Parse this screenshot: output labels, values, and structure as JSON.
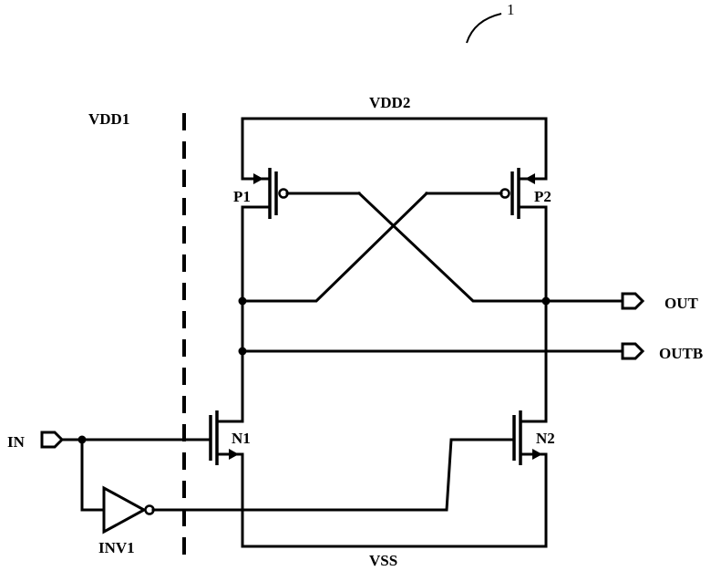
{
  "diagram": {
    "reference_numeral": "1",
    "domains": {
      "left": "VDD1",
      "right": "VDD2"
    },
    "rails": {
      "supply": "VDD2",
      "ground": "VSS"
    },
    "ports": {
      "input": "IN",
      "output": "OUT",
      "output_bar": "OUTB"
    },
    "transistors": {
      "p1": "P1",
      "p2": "P2",
      "n1": "N1",
      "n2": "N2"
    },
    "inverter": "INV1"
  }
}
